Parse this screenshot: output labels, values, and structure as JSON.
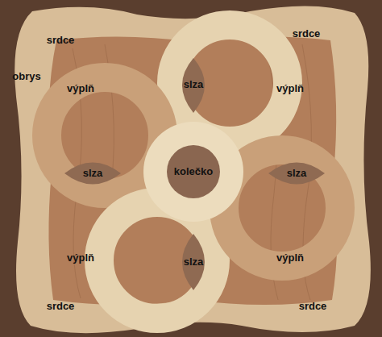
{
  "diagram": {
    "labels": [
      "srdce",
      "srdce",
      "obrys",
      "výplň",
      "slza",
      "výplň",
      "slza",
      "kolečko",
      "slza",
      "výplň",
      "slza",
      "výplň",
      "srdce",
      "srdce"
    ]
  }
}
